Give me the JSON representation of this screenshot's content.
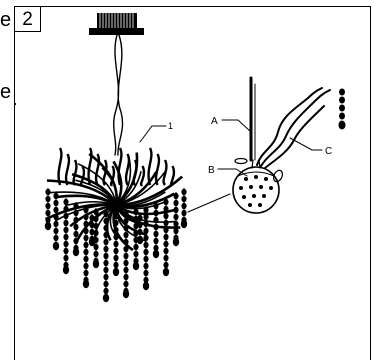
{
  "page": {
    "left_text_top": "e",
    "left_text_mid": "e",
    "step_number": "2"
  },
  "diagram": {
    "part_label_1": "1",
    "callout_a": "A",
    "callout_b": "B",
    "callout_c": "C"
  },
  "colors": {
    "ink": "#000000",
    "paper": "#ffffff"
  }
}
